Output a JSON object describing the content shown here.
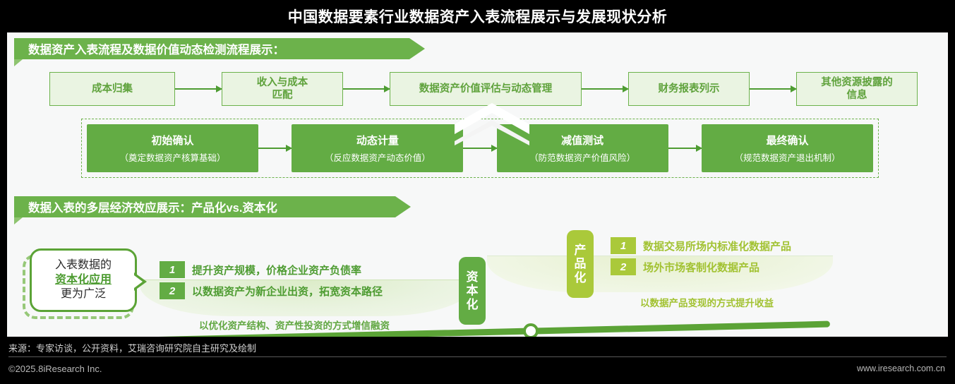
{
  "header": {
    "title": "中国数据要素行业数据资产入表流程展示与发展现状分析"
  },
  "section1": {
    "ribbon_label": "数据资产入表流程及数据价值动态检测流程展示：",
    "flow_top": [
      {
        "label": "成本归集"
      },
      {
        "label": "收入与成本\n匹配"
      },
      {
        "label": "数据资产价值评估与动态管理"
      },
      {
        "label": "财务报表列示"
      },
      {
        "label": "其他资源披露的\n信息"
      }
    ],
    "flow_bottom": [
      {
        "title": "初始确认",
        "subtitle": "（奠定数据资产核算基础）"
      },
      {
        "title": "动态计量",
        "subtitle": "（反应数据资产动态价值）"
      },
      {
        "title": "减值测试",
        "subtitle": "（防范数据资产价值风险）"
      },
      {
        "title": "最终确认",
        "subtitle": "（规范数据资产退出机制）"
      }
    ]
  },
  "section2": {
    "ribbon_label": "数据入表的多层经济效应展示：产品化vs.资本化",
    "bubble": {
      "line1": "入表数据的",
      "line2": "资本化应用",
      "line3": "更为广泛"
    },
    "left_side": {
      "pill_label": "资本化",
      "items": [
        {
          "num": "1",
          "text": "提升资产规模，价格企业资产负债率"
        },
        {
          "num": "2",
          "text": "以数据资产为新企业出资，拓宽资本路径"
        }
      ],
      "caption": "以优化资产结构、资产性投资的方式增信融资"
    },
    "right_side": {
      "pill_label": "产品化",
      "items": [
        {
          "num": "1",
          "text": "数据交易所场内标准化数据产品"
        },
        {
          "num": "2",
          "text": "场外市场客制化数据产品"
        }
      ],
      "caption": "以数据产品变现的方式提升收益"
    }
  },
  "footer": {
    "source": "来源：专家访谈，公开资料，艾瑞咨询研究院自主研究及绘制",
    "copyright": "©2025.8iResearch Inc.",
    "website": "www.iresearch.com.cn"
  },
  "colors": {
    "green_primary": "#63ac44",
    "green_dark": "#5ba336",
    "green_light_fill": "#eaf4e2",
    "yellow_green": "#aac93a",
    "background": "#000000",
    "panel": "#f7f8f8"
  }
}
